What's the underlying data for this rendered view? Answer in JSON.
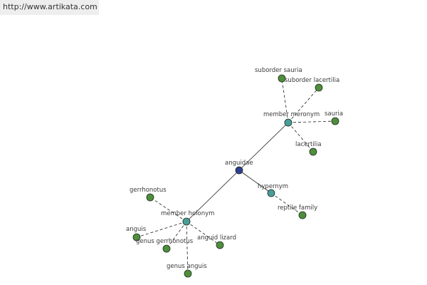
{
  "source_url": "http://www.artikata.com",
  "colors": {
    "center_node": "#2e3f8f",
    "relation_node": "#4a9e9a",
    "leaf_node": "#4f8e3c",
    "node_stroke": "#1e2a1e",
    "edge": "#222222",
    "label": "#3a3a3a"
  },
  "graph": {
    "center": {
      "id": "anguidae",
      "label": "anguidae"
    },
    "relations": [
      {
        "id": "member-meronym",
        "label": "member meronym",
        "terms": [
          "suborder sauria",
          "suborder lacertilia",
          "sauria",
          "lacertilia"
        ]
      },
      {
        "id": "hypernym",
        "label": "hypernym",
        "terms": [
          "reptile family"
        ]
      },
      {
        "id": "member-holonym",
        "label": "member holonym",
        "terms": [
          "gerrhonotus",
          "anguis",
          "genus gerrhonotus",
          "anguid lizard",
          "genus anguis"
        ]
      }
    ]
  }
}
